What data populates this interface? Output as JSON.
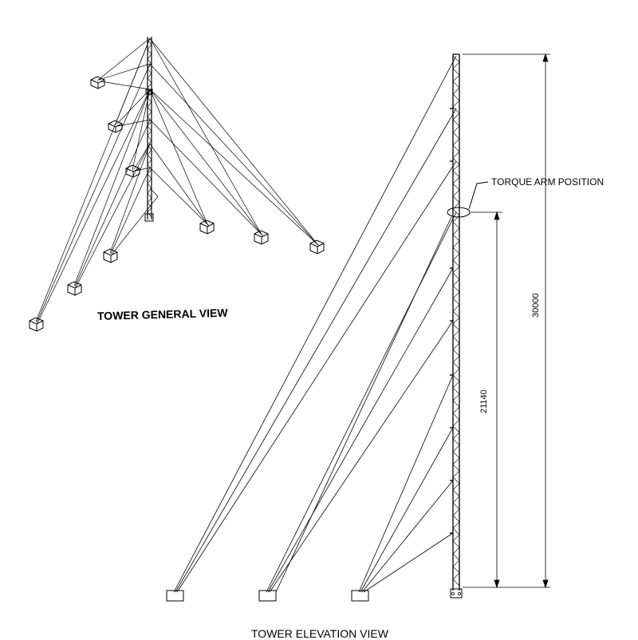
{
  "drawing": {
    "line_color": "#000000",
    "background": "#ffffff"
  },
  "labels": {
    "general_view_title": "TOWER GENERAL VIEW",
    "elevation_view_title": "TOWER ELEVATION VIEW",
    "torque_arm": "TORQUE ARM POSITION",
    "dim_overall_height": "30000",
    "dim_torque_arm_height": "21140"
  }
}
